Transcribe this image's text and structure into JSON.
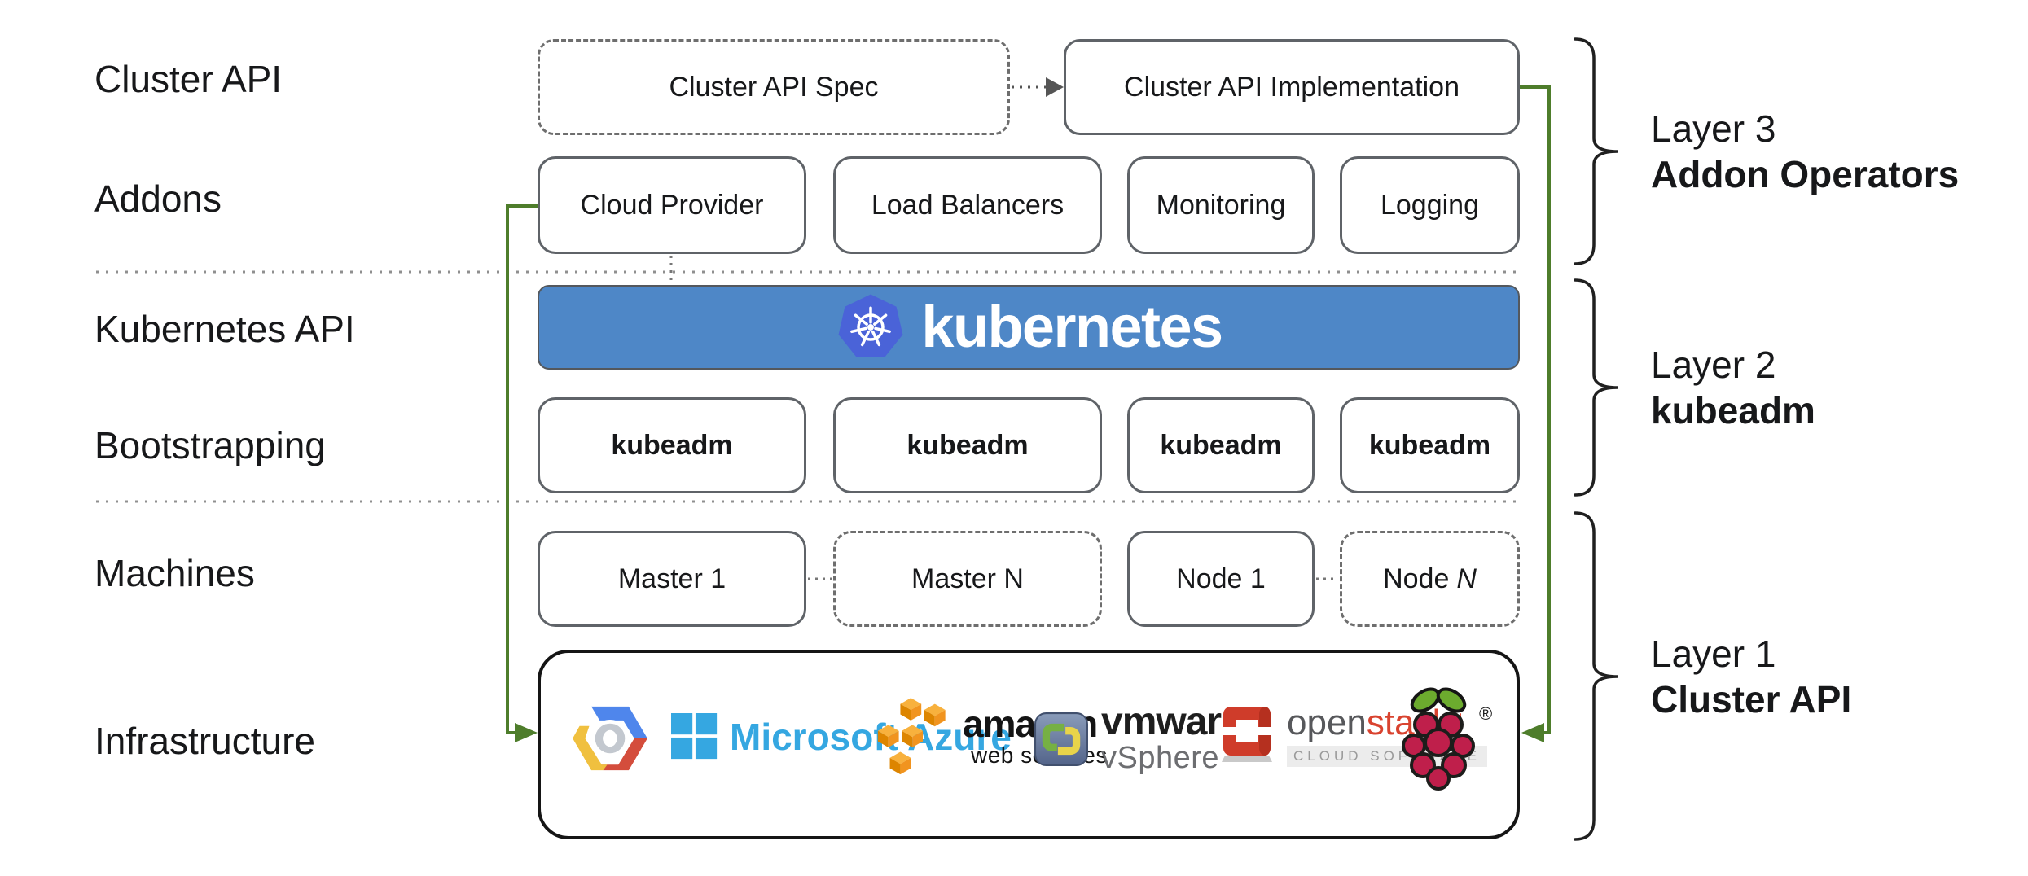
{
  "left_labels": {
    "cluster_api": "Cluster API",
    "addons": "Addons",
    "kubernetes_api": "Kubernetes API",
    "bootstrapping": "Bootstrapping",
    "machines": "Machines",
    "infrastructure": "Infrastructure"
  },
  "cluster_api_row": {
    "spec": "Cluster API Spec",
    "implementation": "Cluster API Implementation"
  },
  "addons_row": {
    "items": [
      "Cloud Provider",
      "Load Balancers",
      "Monitoring",
      "Logging"
    ]
  },
  "kubernetes_banner": {
    "wordmark": "kubernetes",
    "logo": "kubernetes-wheel-icon"
  },
  "bootstrapping_row": {
    "items": [
      "kubeadm",
      "kubeadm",
      "kubeadm",
      "kubeadm"
    ]
  },
  "machines_row": {
    "master_1": "Master 1",
    "master_n": "Master N",
    "node_1": "Node 1",
    "node_n_prefix": "Node",
    "node_n_variable": "N"
  },
  "infrastructure_row": {
    "providers": [
      {
        "name": "Google Cloud Platform"
      },
      {
        "name": "Microsoft Azure",
        "label": "Microsoft Azure"
      },
      {
        "name": "Amazon Web Services",
        "label": "amazon",
        "sublabel": "web services"
      },
      {
        "name": "VMware vSphere",
        "label": "vmware",
        "registered_mark": "®",
        "sublabel": "vSphere"
      },
      {
        "name": "OpenStack",
        "label_open": "open",
        "label_stack": "stack",
        "trademark": "™",
        "sublabel": "CLOUD SOFTWARE"
      },
      {
        "name": "Raspberry Pi",
        "registered_mark": "®"
      }
    ]
  },
  "layer_annotations": [
    {
      "title": "Layer 3",
      "subtitle": "Addon Operators"
    },
    {
      "title": "Layer 2",
      "subtitle": "kubeadm"
    },
    {
      "title": "Layer 1",
      "subtitle": "Cluster API"
    }
  ],
  "colors": {
    "banner_blue": "#4e87c7",
    "kubernetes_logo_blue": "#4a63d8",
    "connector_green": "#4e7d2b",
    "box_border_gray": "#5f6368",
    "arrow_gray": "#555555",
    "azure_blue": "#35a7e1",
    "aws_orange": "#f1941f",
    "openstack_red": "#d9432f",
    "raspberry_crimson": "#bf1f4b",
    "leaf_green": "#6cab2e"
  }
}
